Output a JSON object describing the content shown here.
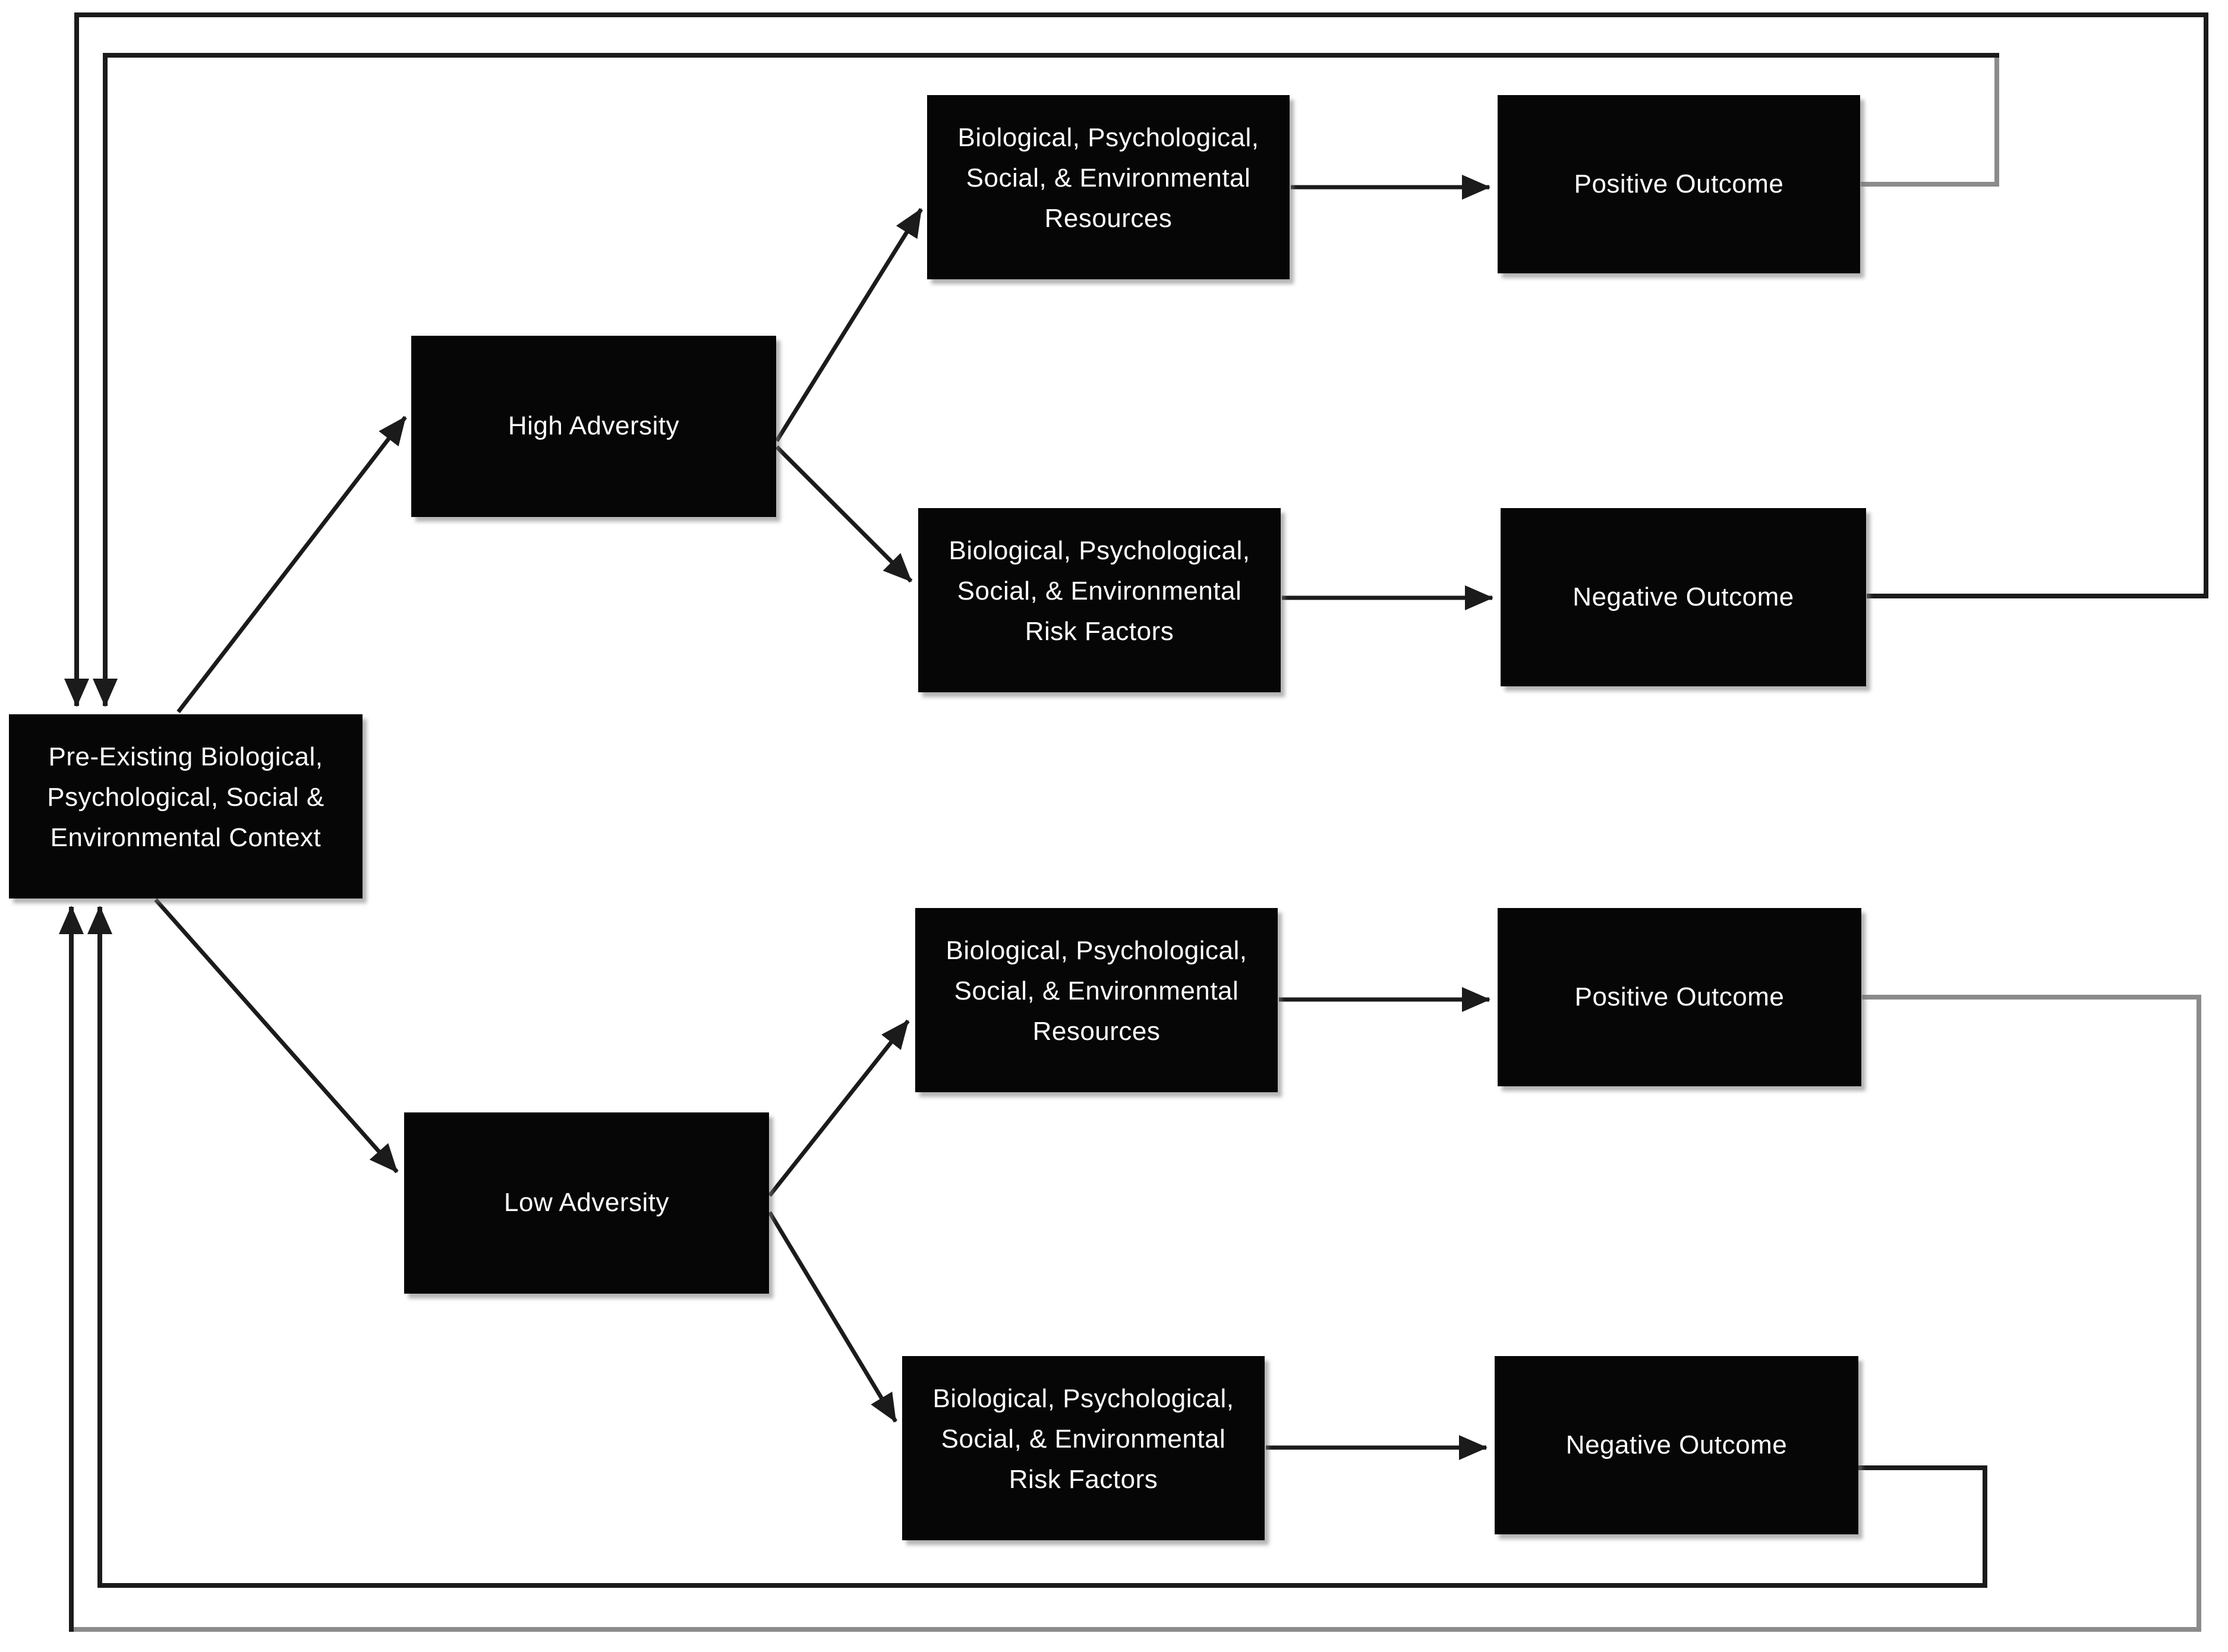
{
  "nodes": {
    "pre_existing": {
      "label": "Pre-Existing Biological,\nPsychological, Social &\nEnvironmental Context"
    },
    "high_adversity": {
      "label": "High Adversity"
    },
    "low_adversity": {
      "label": "Low Adversity"
    },
    "resources_high": {
      "label": "Biological, Psychological,\nSocial, & Environmental\nResources"
    },
    "risk_factors_high": {
      "label": "Biological, Psychological,\nSocial, & Environmental\nRisk Factors"
    },
    "positive_outcome_high": {
      "label": "Positive Outcome"
    },
    "negative_outcome_high": {
      "label": "Negative Outcome"
    },
    "resources_low": {
      "label": "Biological, Psychological,\nSocial, & Environmental\nResources"
    },
    "positive_outcome_low": {
      "label": "Positive Outcome"
    },
    "risk_factors_low": {
      "label": "Biological, Psychological,\nSocial, & Environmental\nRisk Factors"
    },
    "negative_outcome_low": {
      "label": "Negative Outcome"
    }
  },
  "edges": [
    {
      "from": "pre_existing",
      "to": "high_adversity",
      "type": "arrow"
    },
    {
      "from": "pre_existing",
      "to": "low_adversity",
      "type": "arrow"
    },
    {
      "from": "high_adversity",
      "to": "resources_high",
      "type": "arrow"
    },
    {
      "from": "high_adversity",
      "to": "risk_factors_high",
      "type": "arrow"
    },
    {
      "from": "low_adversity",
      "to": "resources_low",
      "type": "arrow"
    },
    {
      "from": "low_adversity",
      "to": "risk_factors_low",
      "type": "arrow"
    },
    {
      "from": "resources_high",
      "to": "positive_outcome_high",
      "type": "arrow"
    },
    {
      "from": "risk_factors_high",
      "to": "negative_outcome_high",
      "type": "arrow"
    },
    {
      "from": "resources_low",
      "to": "positive_outcome_low",
      "type": "arrow"
    },
    {
      "from": "risk_factors_low",
      "to": "negative_outcome_low",
      "type": "arrow"
    },
    {
      "from": "negative_outcome_high",
      "to": "pre_existing",
      "type": "feedback-loop-outer-top"
    },
    {
      "from": "positive_outcome_high",
      "to": "pre_existing",
      "type": "feedback-loop-inner-top"
    },
    {
      "from": "positive_outcome_low",
      "to": "pre_existing",
      "type": "feedback-loop-outer-bottom"
    },
    {
      "from": "negative_outcome_low",
      "to": "pre_existing",
      "type": "feedback-loop-inner-bottom"
    }
  ],
  "colors": {
    "background": "#ffffff",
    "node_fill": "#060606",
    "node_text": "#ffffff",
    "arrow_black": "#1b1b1b",
    "feedback_gray": "#8b8b8b"
  }
}
